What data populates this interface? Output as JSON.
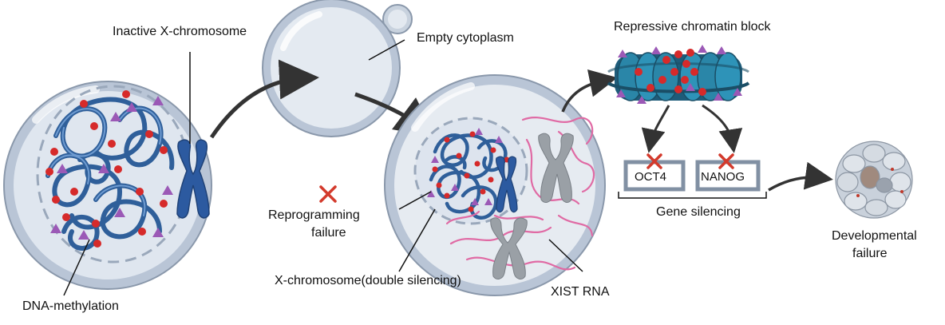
{
  "labels": {
    "inactive_x": "Inactive X-chromosome",
    "empty_cytoplasm": "Empty cytoplasm",
    "repressive_block": "Repressive chromatin block",
    "reprogramming_failure_1": "Reprogramming",
    "reprogramming_failure_2": "failure",
    "dna_methylation": "DNA-methylation",
    "x_double_silencing": "X-chromosome(double silencing)",
    "xist_rna": "XIST RNA",
    "gene_silencing": "Gene silencing",
    "oct4": "OCT4",
    "nanog": "NANOG",
    "developmental_failure_1": "Developmental",
    "developmental_failure_2": "failure"
  },
  "colors": {
    "cell_outer": "#b9c5d6",
    "cell_inner": "#dfe6ef",
    "dna": "#2f5f9a",
    "dna_light": "#5b8cc7",
    "methyl_dot": "#d62a2a",
    "triangle_mark": "#9b59b6",
    "chromosome": "#2c5aa0",
    "xist": "#e06aa4",
    "gray_chrom": "#9aa0a6",
    "cross": "#d33a2c",
    "arrow": "#333333",
    "nucleosome": "#2a86a8"
  },
  "icons": [
    "cross-icon",
    "arrow-icon",
    "x-chromosome-icon",
    "nucleosome-icon",
    "embryo-icon"
  ]
}
